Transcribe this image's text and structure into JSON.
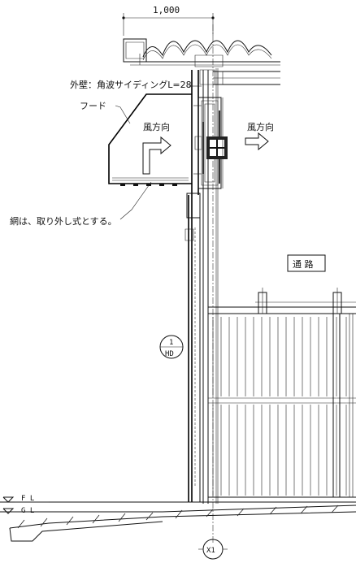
{
  "dimension": {
    "width_label": "1,000"
  },
  "labels": {
    "wall": "外壁：角波サイディングL=28",
    "hood": "フード",
    "wind_dir_left": "風方向",
    "wind_dir_right": "風方向",
    "net_note": "網は、取り外し式とする。",
    "passage": "通 路",
    "detail_ref_top": "1",
    "detail_ref_bottom": "HD",
    "fl": "F L",
    "gl": "G L",
    "grid_axis": "X1"
  }
}
